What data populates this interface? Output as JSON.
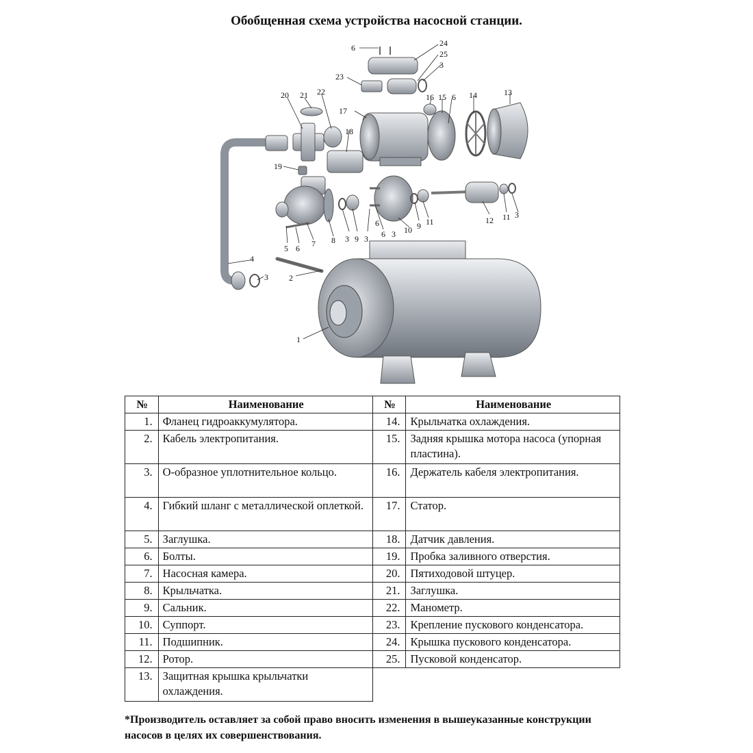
{
  "title": "Обобщенная схема устройства насосной станции.",
  "callouts": [
    "1",
    "2",
    "3",
    "3",
    "3",
    "3",
    "3",
    "4",
    "5",
    "6",
    "6",
    "6",
    "7",
    "8",
    "9",
    "9",
    "10",
    "11",
    "11",
    "12",
    "13",
    "14",
    "15",
    "16",
    "17",
    "18",
    "19",
    "20",
    "21",
    "22",
    "23",
    "24",
    "25",
    "3",
    "6",
    "6"
  ],
  "table": {
    "col_num": "№",
    "col_name": "Наименование",
    "left": [
      {
        "num": "1.",
        "name": "Фланец гидроаккумулятора."
      },
      {
        "num": "2.",
        "name": "Кабель электропитания."
      },
      {
        "num": "3.",
        "name": "О-образное уплотнительное кольцо."
      },
      {
        "num": "4.",
        "name": "Гибкий шланг с металлической оплеткой."
      },
      {
        "num": "5.",
        "name": "Заглушка."
      },
      {
        "num": "6.",
        "name": "Болты."
      },
      {
        "num": "7.",
        "name": "Насосная камера."
      },
      {
        "num": "8.",
        "name": "Крыльчатка."
      },
      {
        "num": "9.",
        "name": "Сальник."
      },
      {
        "num": "10.",
        "name": "Суппорт."
      },
      {
        "num": "11.",
        "name": "Подшипник."
      },
      {
        "num": "12.",
        "name": "Ротор."
      },
      {
        "num": "13.",
        "name": "Защитная крышка крыльчатки охлаждения."
      }
    ],
    "right": [
      {
        "num": "14.",
        "name": "Крыльчатка охлаждения."
      },
      {
        "num": "15.",
        "name": "Задняя крышка мотора насоса (упорная пластина)."
      },
      {
        "num": "16.",
        "name": "Держатель кабеля электропитания."
      },
      {
        "num": "17.",
        "name": "Статор."
      },
      {
        "num": "18.",
        "name": "Датчик давления."
      },
      {
        "num": "19.",
        "name": "Пробка заливного отверстия."
      },
      {
        "num": "20.",
        "name": "Пятиходовой штуцер."
      },
      {
        "num": "21.",
        "name": "Заглушка."
      },
      {
        "num": "22.",
        "name": "Манометр."
      },
      {
        "num": "23.",
        "name": "Крепление пускового конденсатора."
      },
      {
        "num": "24.",
        "name": "Крышка пускового конденсатора."
      },
      {
        "num": "25.",
        "name": "Пусковой конденсатор."
      }
    ]
  },
  "footnote": "*Производитель оставляет за собой право вносить изменения в вышеуказанные конструкции насосов в целях их совершенствования."
}
